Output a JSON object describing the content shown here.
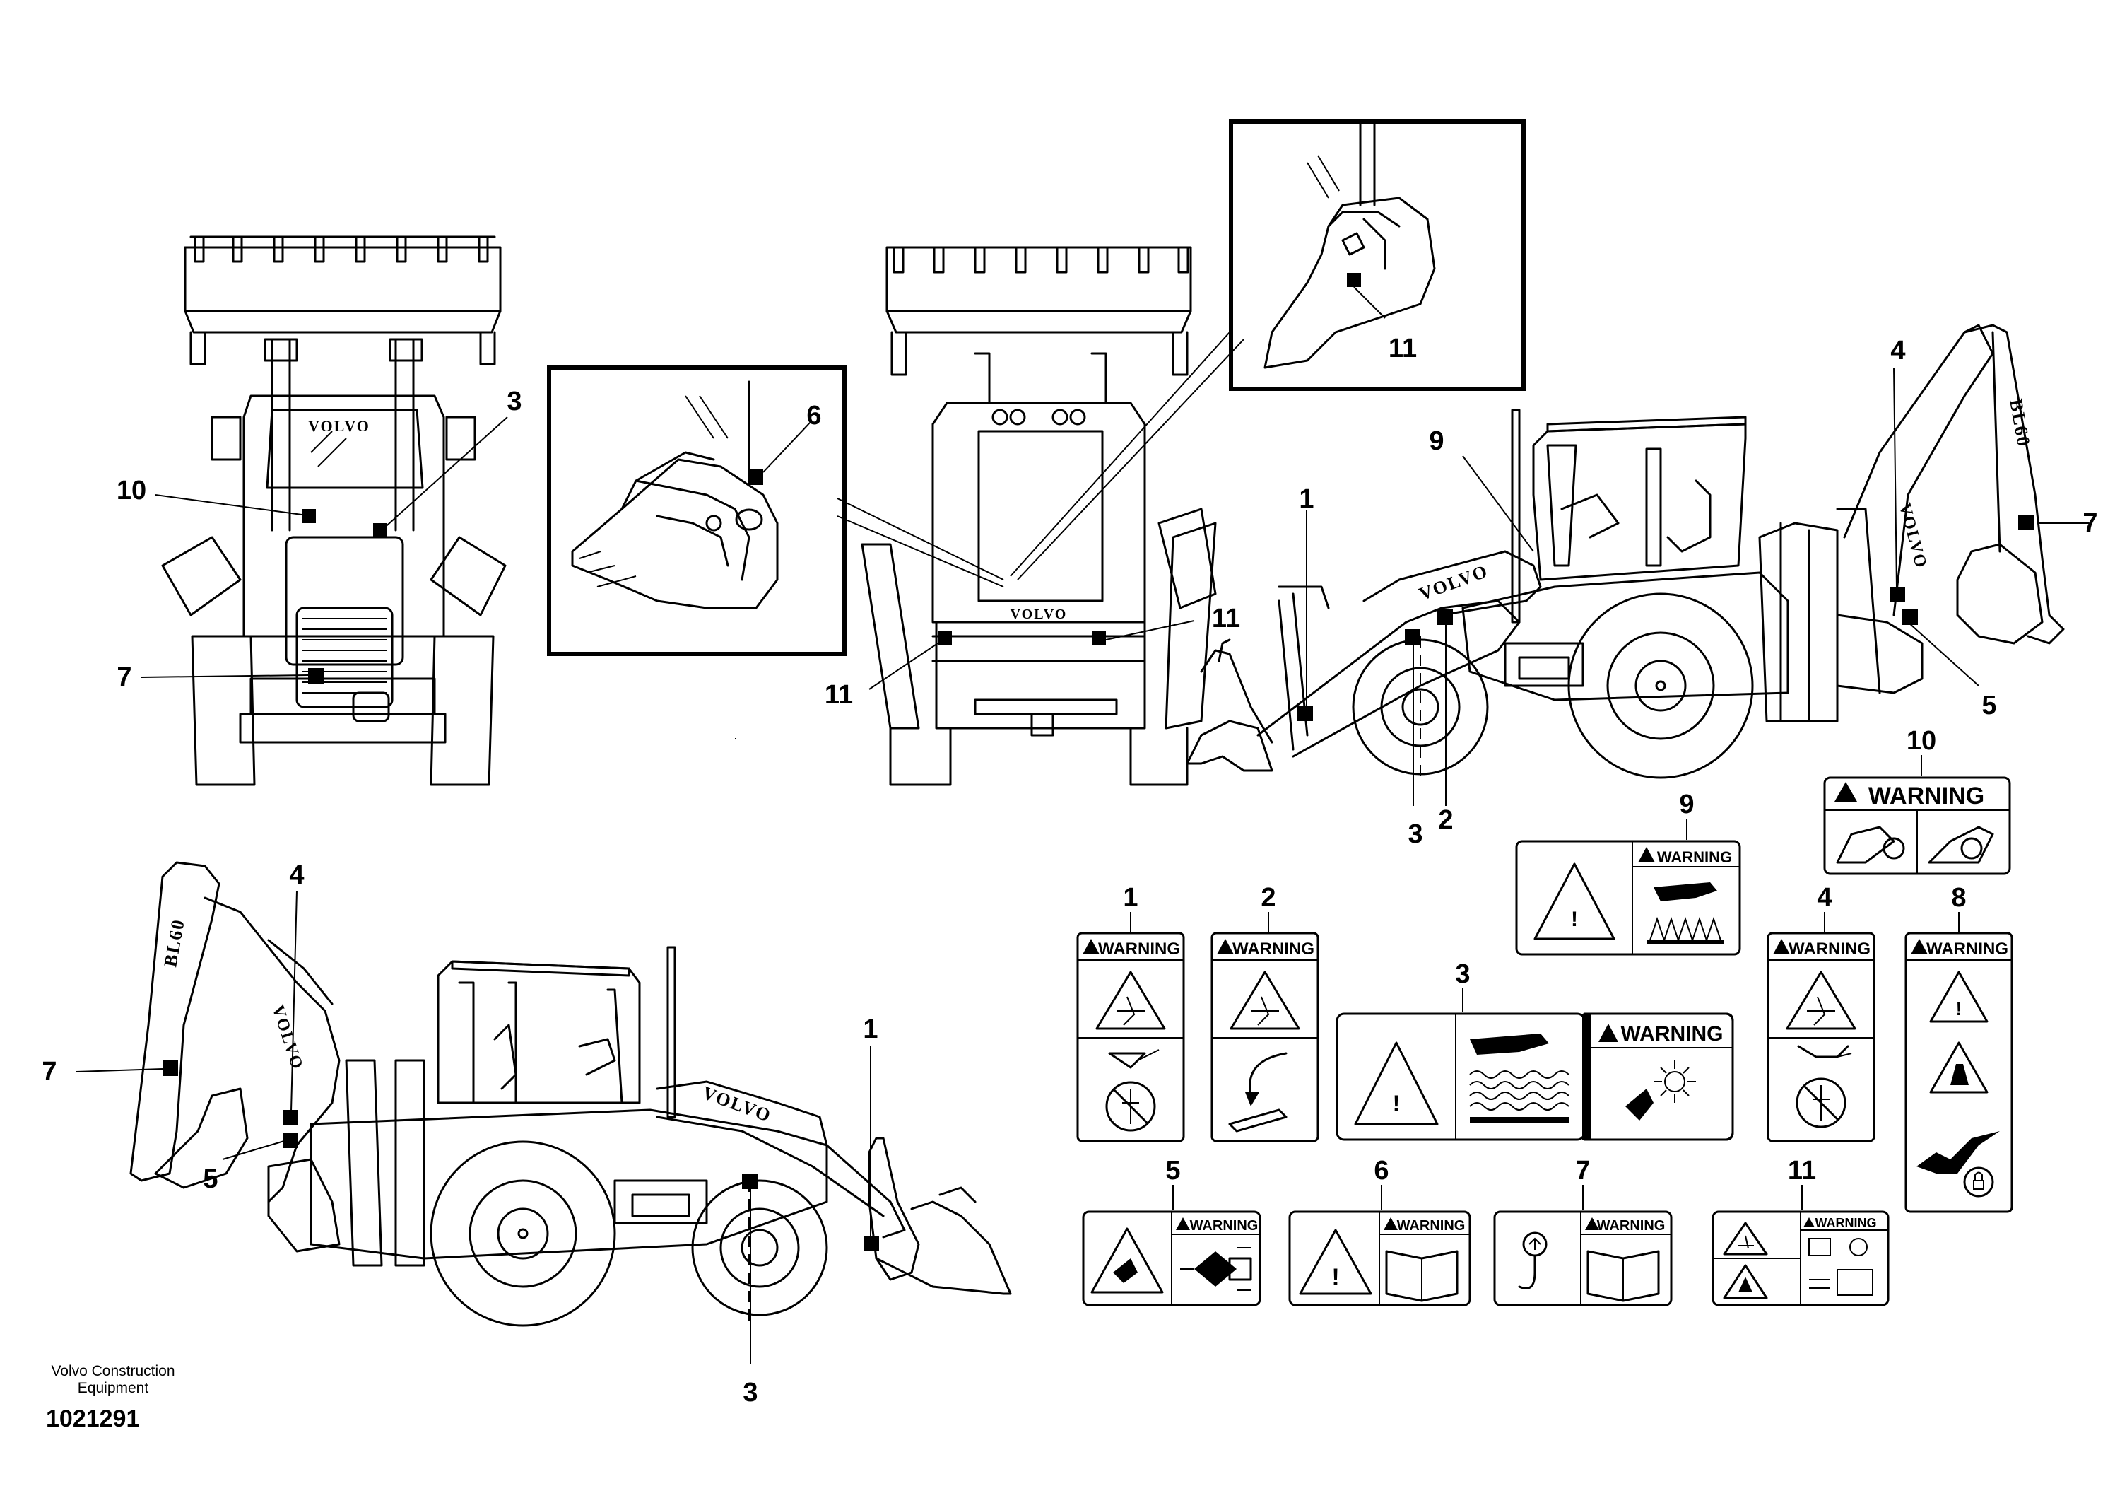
{
  "callouts": {
    "c1": "10",
    "c2": "3",
    "c3": "7",
    "c4": "6",
    "c5": "11",
    "c6": "11",
    "c7": "11",
    "c8": "9",
    "c9": "1",
    "c10": "4",
    "c11": "7",
    "c12": "5",
    "c13": "3",
    "c14": "2",
    "c15": "4",
    "c16": "7",
    "c17": "5",
    "c18": "1",
    "c19": "3"
  },
  "labels": {
    "warning_text": "WARNING",
    "label_numbers": [
      "1",
      "2",
      "3",
      "4",
      "5",
      "6",
      "7",
      "8",
      "9",
      "10",
      "11"
    ]
  },
  "machine": {
    "brand": "VOLVO",
    "model": "BL60"
  },
  "footer": {
    "company_line1": "Volvo Construction",
    "company_line2": "Equipment",
    "drawing_number": "1021291"
  }
}
